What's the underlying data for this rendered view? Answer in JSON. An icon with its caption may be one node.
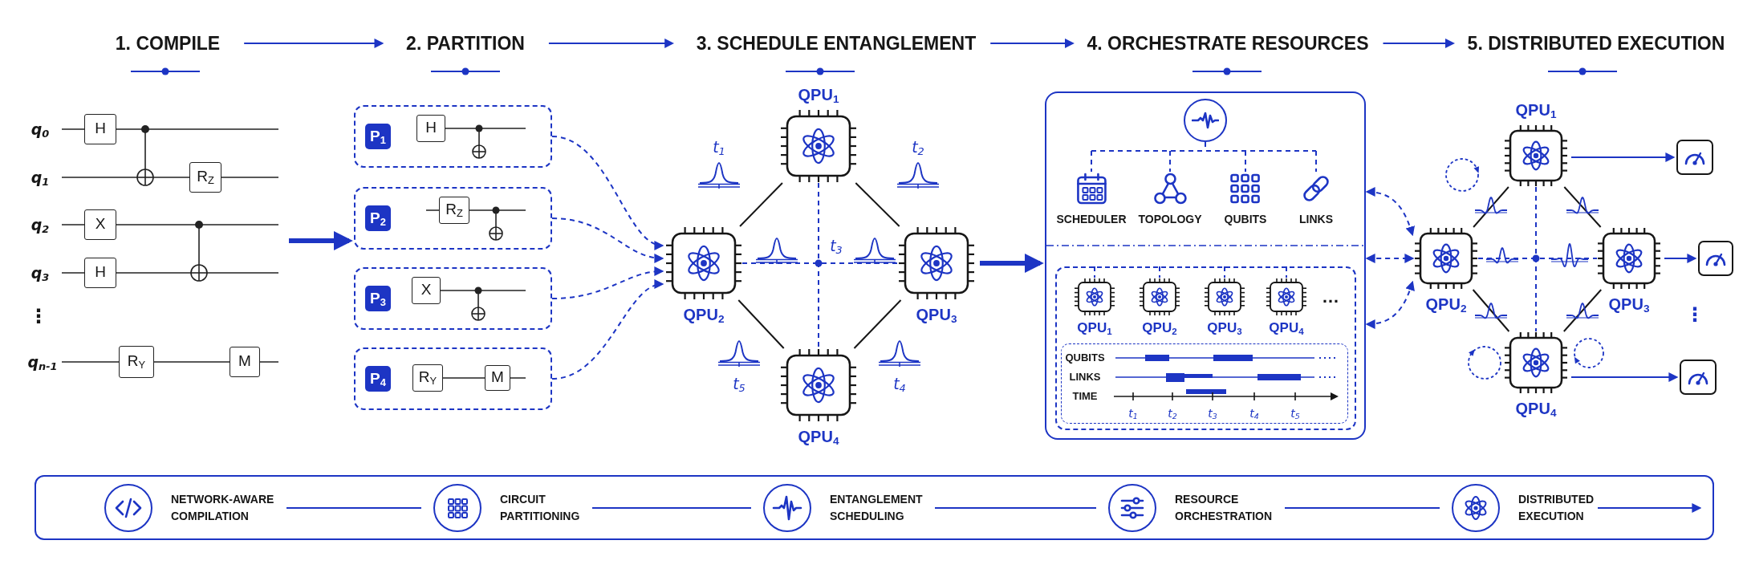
{
  "diagram": {
    "nodes": [
      {
        "text": [
          "1. COMPILE"
        ]
      },
      {
        "text": [
          "2. PARTITION"
        ]
      },
      {
        "text": [
          "3. SCHEDULE ENTANGLEMENT"
        ]
      },
      {
        "text": [
          "4. ORCHESTRATE RESOURCES"
        ]
      },
      {
        "text": [
          "5. DISTRIBUTED EXECUTION"
        ]
      },
      {
        "text": [],
        "shape": "picture"
      },
      {
        "text": [
          "P$_{1}$"
        ]
      },
      {
        "text": [
          "P$_{2}$"
        ]
      },
      {
        "text": [
          "P$_{3}$"
        ]
      },
      {
        "text": [
          "P$_{4}$"
        ]
      },
      {
        "text": [
          "QPU$_{1}$"
        ]
      },
      {
        "text": [
          "QPU$_{2}$"
        ]
      },
      {
        "text": [
          "QPU$_{3}$"
        ]
      },
      {
        "text": [
          "QPU$_{4}$"
        ]
      },
      {
        "text": [],
        "shape": "box"
      },
      {
        "text": [],
        "shape": "circle",
        "in": 14
      },
      {
        "text": [
          "SCHEDULER"
        ],
        "in": 14
      },
      {
        "text": [
          "TOPOLOGY"
        ],
        "in": 14
      },
      {
        "text": [
          "QUBITS"
        ],
        "in": 14
      },
      {
        "text": [
          "LINKS"
        ],
        "in": 14
      },
      {
        "text": [],
        "shape": "box",
        "in": 14
      },
      {
        "text": [
          "QPU$_{1}$"
        ],
        "in": 20
      },
      {
        "text": [
          "QPU$_{2}$"
        ],
        "in": 20
      },
      {
        "text": [
          "QPU$_{3}$"
        ],
        "in": 20
      },
      {
        "text": [
          "QPU$_{4}$"
        ],
        "in": 20
      },
      {
        "text": [
          "QPU$_{1}$"
        ]
      },
      {
        "text": [
          "QPU$_{2}$"
        ]
      },
      {
        "text": [
          "QPU$_{3}$"
        ]
      },
      {
        "text": [
          "QPU$_{4}$"
        ]
      },
      {
        "text": [],
        "shape": "box"
      },
      {
        "text": [],
        "shape": "box"
      },
      {
        "text": [],
        "shape": "box"
      },
      {
        "text": [],
        "shape": "box"
      },
      {
        "text": [
          "NETWORK-AWARE COMPILATION"
        ],
        "in": 32
      },
      {
        "text": [
          "CIRCUIT PARTITIONING"
        ],
        "in": 32
      },
      {
        "text": [
          "ENTANGLEMENT SCHEDULING"
        ],
        "in": 32
      },
      {
        "text": [
          "RESOURCE ORCHESTRATION"
        ],
        "in": 32
      },
      {
        "text": [
          "DISTRIBUTED EXECUTION"
        ],
        "in": 32
      }
    ],
    "edges": [
      {
        "from": 0,
        "to": 1,
        "arrow": "to"
      },
      {
        "from": 1,
        "to": 2,
        "arrow": "to"
      },
      {
        "from": 2,
        "to": 3,
        "arrow": "to"
      },
      {
        "from": 3,
        "to": 4,
        "arrow": "to"
      },
      {
        "from": 5,
        "to": 7,
        "arrow": "to",
        "style": "thick"
      },
      {
        "from": 6,
        "to": 11,
        "arrow": "to",
        "style": "dashed"
      },
      {
        "from": 7,
        "to": 11,
        "arrow": "to",
        "style": "dashed"
      },
      {
        "from": 8,
        "to": 11,
        "arrow": "to",
        "style": "dashed"
      },
      {
        "from": 9,
        "to": 11,
        "arrow": "to",
        "style": "dashed"
      },
      {
        "from": 10,
        "to": 11,
        "arrow": "none",
        "label": "t$_{1}$",
        "color": "#161616"
      },
      {
        "from": 10,
        "to": 12,
        "arrow": "none",
        "label": "t$_{2}$",
        "color": "#161616"
      },
      {
        "from": 11,
        "to": 12,
        "arrow": "none",
        "label": "t$_{3}$",
        "style": "dashed"
      },
      {
        "from": 10,
        "to": 13,
        "arrow": "none",
        "style": "dashed"
      },
      {
        "from": 12,
        "to": 13,
        "arrow": "none",
        "label": "t$_{4}$",
        "color": "#161616"
      },
      {
        "from": 11,
        "to": 13,
        "arrow": "none",
        "label": "t$_{5}$",
        "color": "#161616"
      },
      {
        "from": 12,
        "to": 14,
        "arrow": "to",
        "style": "thick"
      },
      {
        "from": 15,
        "to": 16,
        "arrow": "none",
        "style": "dashed"
      },
      {
        "from": 15,
        "to": 17,
        "arrow": "none",
        "style": "dashed"
      },
      {
        "from": 15,
        "to": 18,
        "arrow": "none",
        "style": "dashed"
      },
      {
        "from": 15,
        "to": 19,
        "arrow": "none",
        "style": "dashed"
      },
      {
        "from": 20,
        "to": 21,
        "arrow": "none",
        "style": "dashed"
      },
      {
        "from": 20,
        "to": 22,
        "arrow": "none",
        "style": "dashed"
      },
      {
        "from": 20,
        "to": 23,
        "arrow": "none",
        "style": "dashed"
      },
      {
        "from": 20,
        "to": 24,
        "arrow": "none",
        "style": "dashed"
      },
      {
        "from": 14,
        "to": 26,
        "arrow": "both",
        "style": "dashed"
      },
      {
        "from": 14,
        "to": 26,
        "arrow": "both",
        "style": "dashed"
      },
      {
        "from": 14,
        "to": 26,
        "arrow": "both",
        "style": "dashed"
      },
      {
        "from": 25,
        "to": 26,
        "arrow": "none",
        "color": "#161616"
      },
      {
        "from": 25,
        "to": 27,
        "arrow": "none",
        "color": "#161616"
      },
      {
        "from": 26,
        "to": 27,
        "arrow": "none",
        "style": "dashed"
      },
      {
        "from": 25,
        "to": 28,
        "arrow": "none",
        "style": "dashed"
      },
      {
        "from": 27,
        "to": 28,
        "arrow": "none",
        "color": "#161616"
      },
      {
        "from": 26,
        "to": 28,
        "arrow": "none",
        "color": "#161616"
      },
      {
        "from": 25,
        "to": 29,
        "arrow": "to"
      },
      {
        "from": 27,
        "to": 30,
        "arrow": "to"
      },
      {
        "from": 28,
        "to": 31,
        "arrow": "to"
      },
      {
        "from": 33,
        "to": 34,
        "arrow": "none"
      },
      {
        "from": 34,
        "to": 35,
        "arrow": "none"
      },
      {
        "from": 35,
        "to": 36,
        "arrow": "none"
      },
      {
        "from": 36,
        "to": 37,
        "arrow": "none"
      },
      {
        "from": 37,
        "to": null,
        "arrow": "to"
      }
    ],
    "labels": [
      "q$_{0}$",
      "H",
      "q$_{1}$",
      "R$_{Z}$",
      "q$_{2}$",
      "X",
      "q$_{3}$",
      "H",
      "⋮",
      "q$_{n-1}$",
      "R$_{Y}$",
      "M",
      "H",
      "R$_{Z}$",
      "X",
      "R$_{Y}$",
      "M",
      "…",
      "QUBITS",
      "LINKS",
      "TIME",
      "t$_{1}$",
      "t$_{2}$",
      "t$_{3}$",
      "t$_{4}$",
      "t$_{5}$",
      "⋮"
    ]
  }
}
